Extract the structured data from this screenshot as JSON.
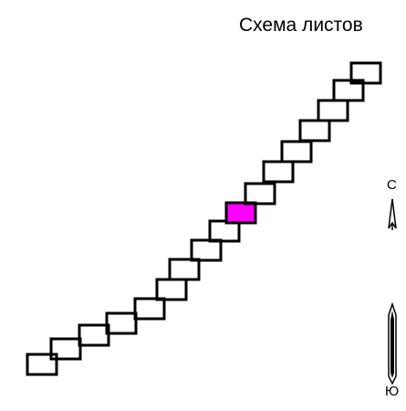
{
  "title": "Схема листов",
  "compass": {
    "north_label": "С",
    "south_label": "Ю",
    "icon": "north-arrow-icon"
  },
  "sheets": {
    "count": 17,
    "highlighted_index": 9,
    "stroke_color": "#000000",
    "highlight_color": "#ff00ff"
  }
}
